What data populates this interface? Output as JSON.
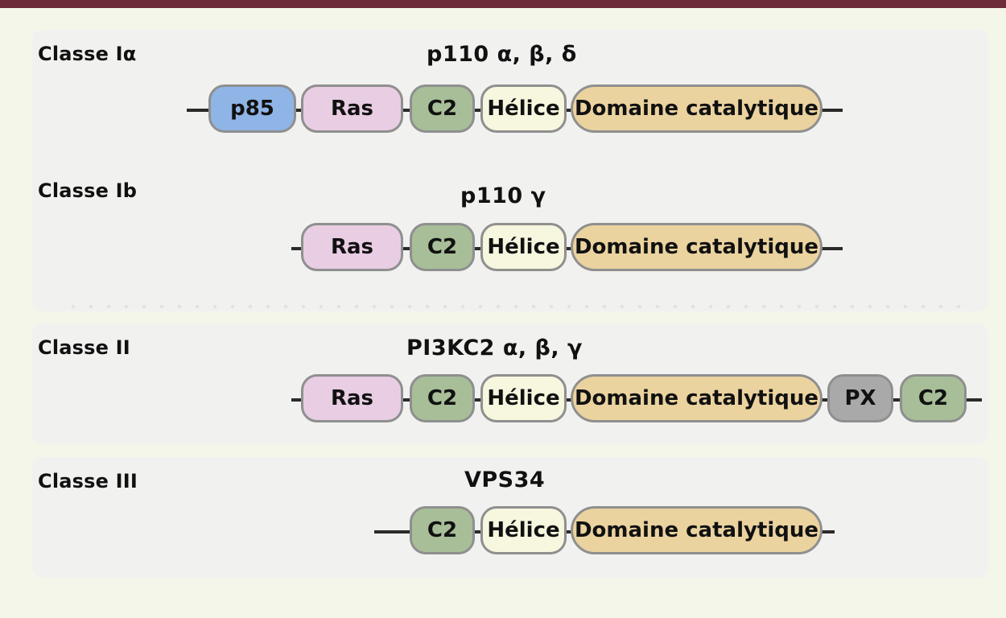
{
  "colors": {
    "top_bar": "#6d2b3a",
    "p85": "#8fb4e6",
    "ras": "#e8cde3",
    "c2": "#a7be98",
    "helice": "#f7f6de",
    "catalytic": "#ebd39f",
    "px": "#a9a9a9"
  },
  "rows": [
    {
      "class_label": "Classe Iα",
      "protein": "p110 α, β, δ",
      "domains": [
        {
          "label": "p85",
          "type": "p85"
        },
        {
          "label": "Ras",
          "type": "ras"
        },
        {
          "label": "C2",
          "type": "c2"
        },
        {
          "label": "Hélice",
          "type": "helice"
        },
        {
          "label": "Domaine catalytique",
          "type": "catalytic"
        }
      ]
    },
    {
      "class_label": "Classe Ib",
      "protein": "p110 γ",
      "domains": [
        {
          "label": "Ras",
          "type": "ras"
        },
        {
          "label": "C2",
          "type": "c2"
        },
        {
          "label": "Hélice",
          "type": "helice"
        },
        {
          "label": "Domaine catalytique",
          "type": "catalytic"
        }
      ]
    },
    {
      "class_label": "Classe II",
      "protein": "PI3KC2 α, β, γ",
      "domains": [
        {
          "label": "Ras",
          "type": "ras"
        },
        {
          "label": "C2",
          "type": "c2"
        },
        {
          "label": "Hélice",
          "type": "helice"
        },
        {
          "label": "Domaine catalytique",
          "type": "catalytic"
        },
        {
          "label": "PX",
          "type": "px"
        },
        {
          "label": "C2",
          "type": "c2"
        }
      ]
    },
    {
      "class_label": "Classe III",
      "protein": "VPS34",
      "domains": [
        {
          "label": "C2",
          "type": "c2"
        },
        {
          "label": "Hélice",
          "type": "helice"
        },
        {
          "label": "Domaine catalytique",
          "type": "catalytic"
        }
      ]
    }
  ]
}
